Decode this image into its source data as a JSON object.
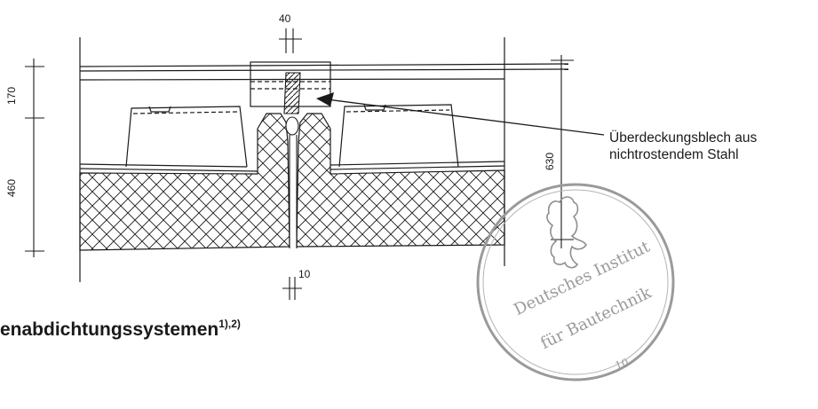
{
  "drawing": {
    "dim_top": "40",
    "dim_bottom": "10",
    "dim_left_upper": "170",
    "dim_left_lower": "460",
    "dim_right": "630",
    "annotation_line1": "Überdeckungsblech aus",
    "annotation_line2": "nichtrostendem Stahl"
  },
  "heading": {
    "text": "enabdichtungssystemen",
    "superscript": "1),2)"
  },
  "stamp": {
    "line1": "Deutsches Institut",
    "line2": "für Bautechnik",
    "number": "10"
  },
  "colors": {
    "line": "#1a1a1a",
    "stamp": "#9a9a9a"
  }
}
